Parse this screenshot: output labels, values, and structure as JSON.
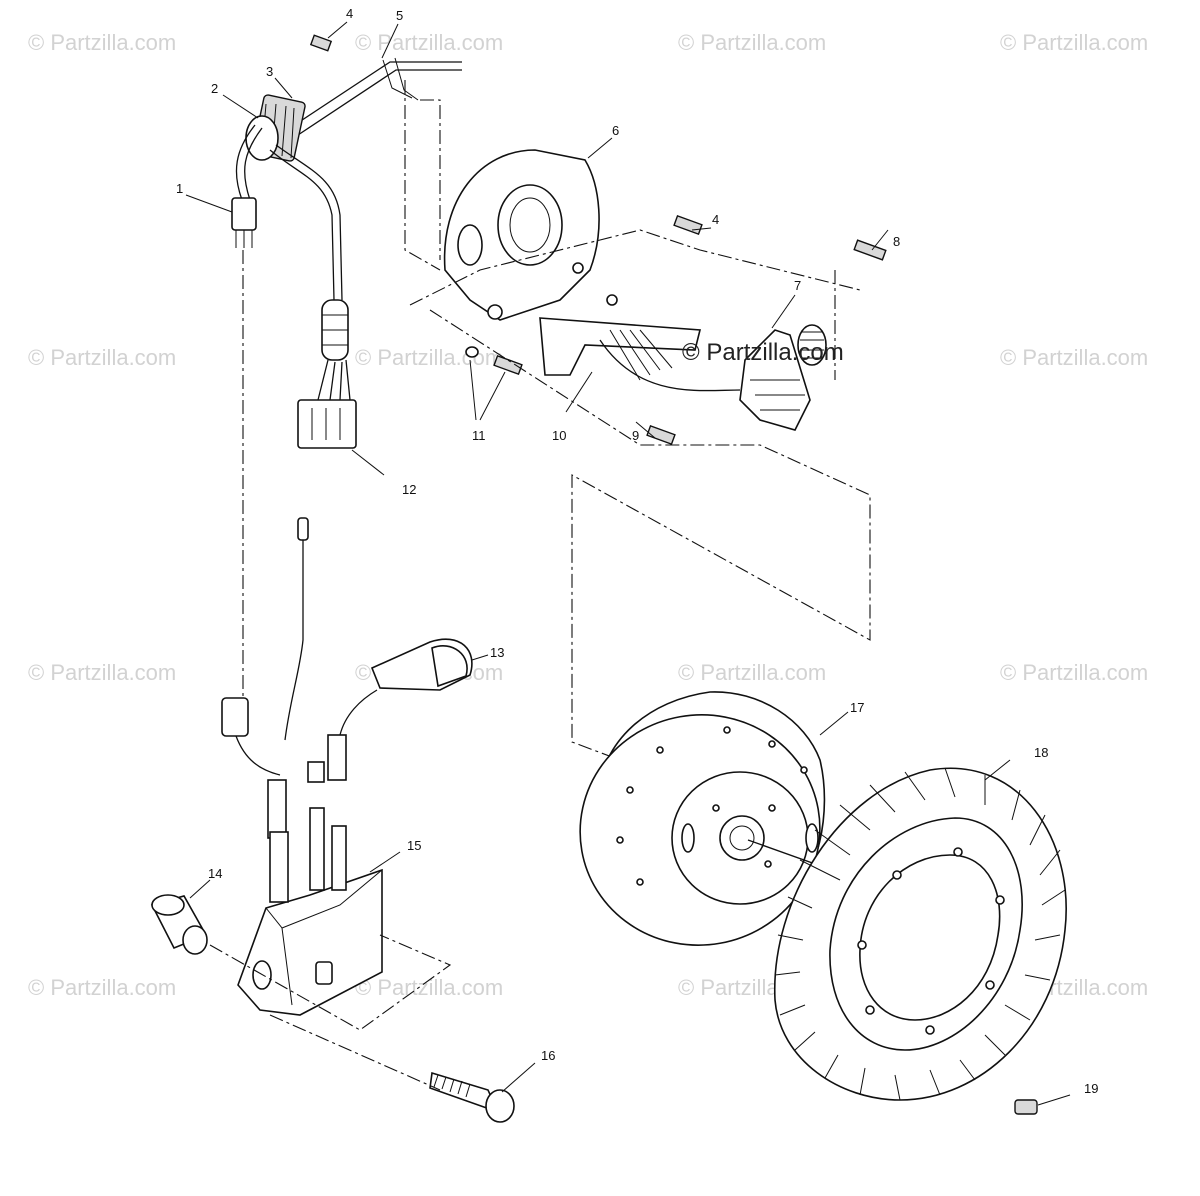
{
  "watermark": {
    "text": "© Partzilla.com",
    "center_text": "© Partzilla.com"
  },
  "callouts": {
    "c1": "1",
    "c2": "2",
    "c3": "3",
    "c4a": "4",
    "c4b": "4",
    "c5": "5",
    "c6": "6",
    "c7": "7",
    "c8": "8",
    "c9": "9",
    "c10": "10",
    "c11": "11",
    "c12": "12",
    "c13": "13",
    "c14": "14",
    "c15": "15",
    "c16": "16",
    "c17": "17",
    "c18": "18",
    "c19": "19"
  }
}
